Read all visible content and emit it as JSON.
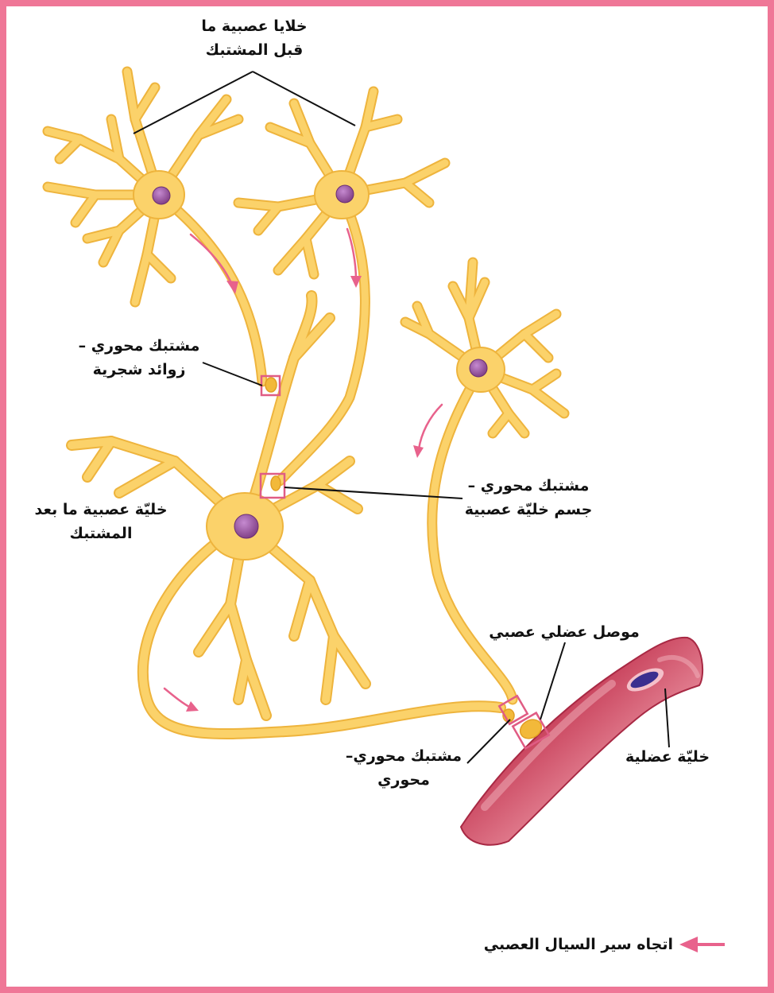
{
  "labels": {
    "presynaptic": [
      "خلايا عصبية ما",
      "قبل المشتبك"
    ],
    "axodendritic": [
      "مشتبك محوري –",
      "زوائد شجرية"
    ],
    "axosomatic": [
      "مشتبك محوري –",
      "جسم خليّة عصبية"
    ],
    "postsynaptic": [
      "خليّة عصبية ما بعد",
      "المشتبك"
    ],
    "neuromuscular": [
      "موصل عضلي عصبي"
    ],
    "muscle_cell": [
      "خليّة عضلية"
    ],
    "axoaxonic": [
      "مشتبك محوري–",
      "محوري"
    ]
  },
  "legend": {
    "text": "اتجاه سير السيال العصبي"
  },
  "colors": {
    "frame": "#ef7797",
    "neuron_fill": "#fbd26a",
    "neuron_edge": "#eeb43d",
    "nucleus": "#9d4f98",
    "arrow": "#e8628c",
    "synapse_box": "#e05c84",
    "muscle": "#c53a55",
    "muscle_light": "#e88a99",
    "muscle_nucleus": "#3b2f8f"
  }
}
